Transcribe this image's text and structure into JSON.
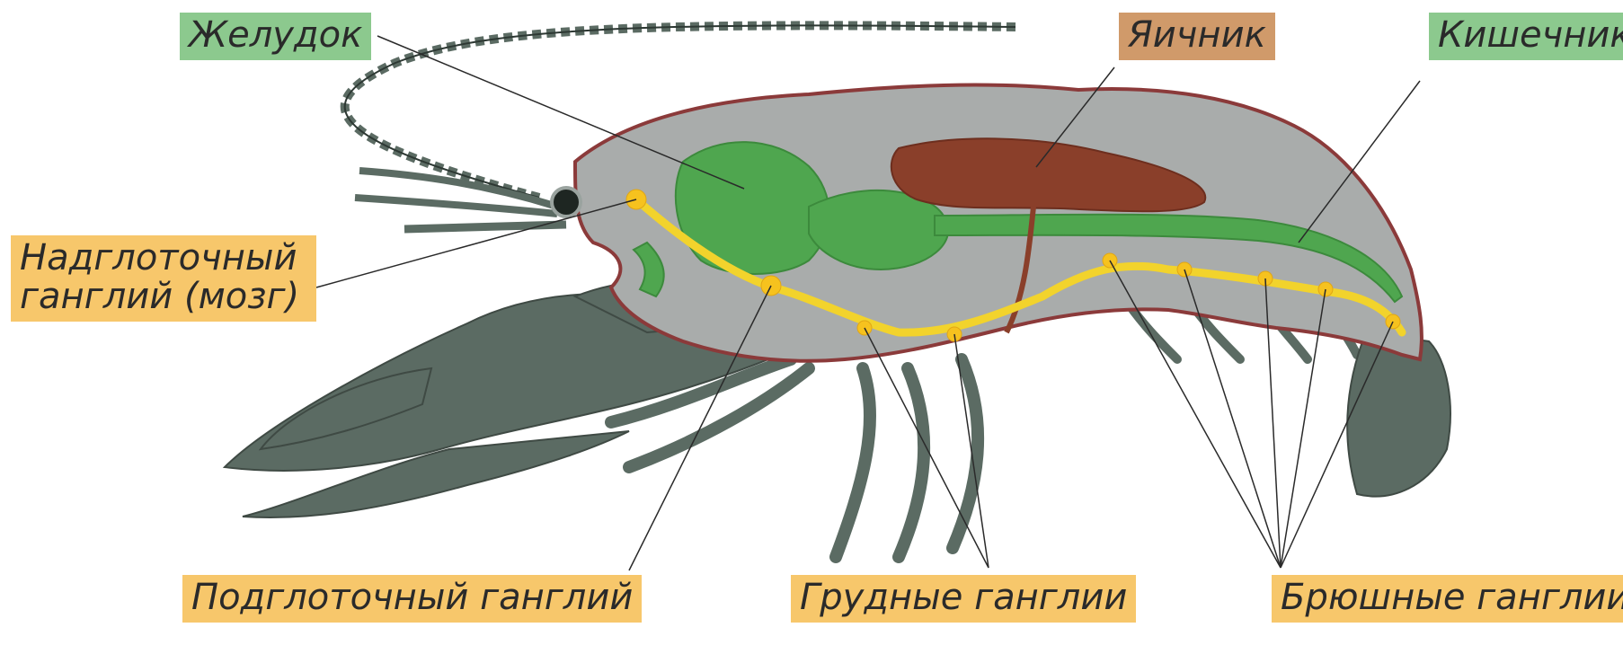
{
  "labels": {
    "stomach": "Желудок",
    "ovary": "Яичник",
    "intestine": "Кишечник",
    "brain_line1": "Надглоточный",
    "brain_line2": "ганглий (мозг)",
    "subpharyngeal": "Подглоточный ганглий",
    "thoracic": "Грудные ганглии",
    "abdominal": "Брюшные ганглии"
  },
  "colors": {
    "label_green": "#8cc98e",
    "label_brown": "#d09a6a",
    "label_orange": "#f7c76b",
    "body_dark": "#5b6b63",
    "body_outline": "#8b3a3a",
    "body_cavity": "#a9acab",
    "digestive_green": "#4fa64f",
    "ovary_brown": "#8a3f2a",
    "nerve_yellow": "#f2d32c"
  },
  "icons": {
    "crayfish": "crayfish-anatomy-illustration"
  }
}
